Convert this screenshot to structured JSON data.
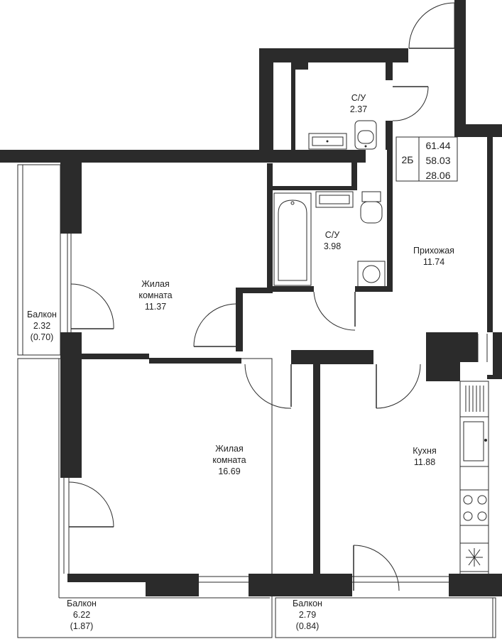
{
  "apartment": {
    "type_code": "2Б",
    "areas": [
      "61.44",
      "58.03",
      "28.06"
    ]
  },
  "rooms": {
    "bath_upper": {
      "name": "С/У",
      "area": "2.37"
    },
    "bath_lower": {
      "name": "С/У",
      "area": "3.98"
    },
    "hall": {
      "name": "Прихожая",
      "area": "11.74"
    },
    "living_small": {
      "name_line1": "Жилая",
      "name_line2": "комната",
      "area": "11.37"
    },
    "living_large": {
      "name_line1": "Жилая",
      "name_line2": "комната",
      "area": "16.69"
    },
    "kitchen": {
      "name": "Кухня",
      "area": "11.88"
    },
    "balcony_left_small": {
      "name": "Балкон",
      "area": "2.32",
      "reduced": "(0.70)"
    },
    "balcony_left_large": {
      "name": "Балкон",
      "area": "6.22",
      "reduced": "(1.87)"
    },
    "balcony_right": {
      "name": "Балкон",
      "area": "2.79",
      "reduced": "(0.84)"
    }
  }
}
